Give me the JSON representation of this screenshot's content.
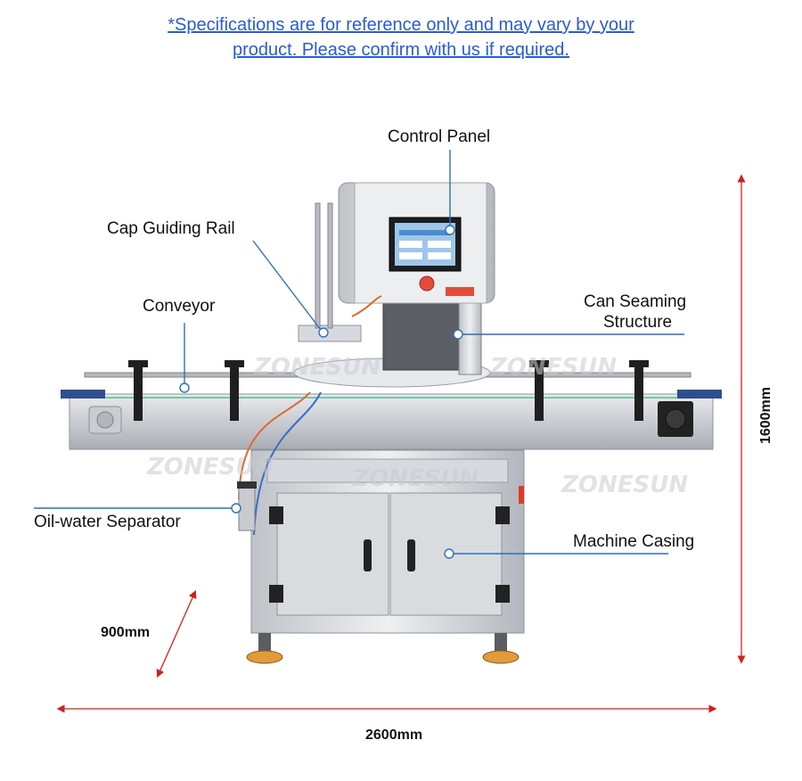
{
  "notice": {
    "line1": "*Specifications are for reference only and may vary by your",
    "line2": "product. Please confirm with us if required."
  },
  "labels": {
    "control_panel": "Control Panel",
    "cap_guiding_rail": "Cap Guiding Rail",
    "conveyor": "Conveyor",
    "can_seaming_line1": "Can Seaming",
    "can_seaming_line2": "Structure",
    "oil_water_separator": "Oil-water Separator",
    "machine_casing": "Machine Casing"
  },
  "dimensions": {
    "height": "1600mm",
    "depth": "900mm",
    "width": "2600mm"
  },
  "watermark": "ZONESUN",
  "colors": {
    "notice": "#2a5bd7",
    "callout": "#2f6fb5",
    "dimension_arrow": "#d02020"
  }
}
